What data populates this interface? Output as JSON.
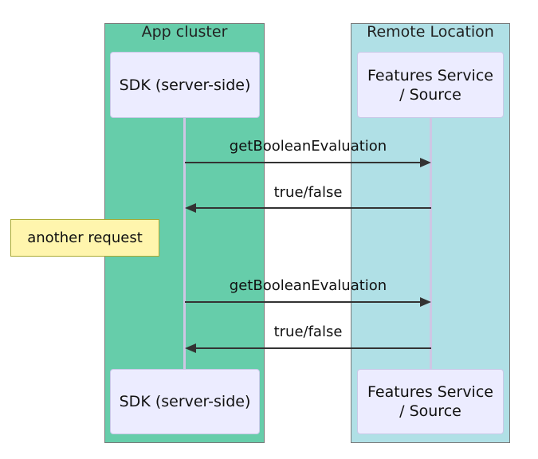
{
  "lanes": [
    {
      "title": "App cluster",
      "color": "#66CDAA"
    },
    {
      "title": "Remote Location",
      "color": "#B0E0E6"
    }
  ],
  "participants": {
    "sdk": {
      "label": "SDK (server-side)",
      "lines": [
        "SDK (server-side)"
      ]
    },
    "features": {
      "label": "Features Service / Source",
      "lines": [
        "Features Service",
        "/ Source"
      ]
    }
  },
  "messages": [
    {
      "label": "getBooleanEvaluation",
      "from": "SDK (server-side)",
      "to": "Features Service / Source",
      "direction": "right"
    },
    {
      "label": "true/false",
      "from": "Features Service / Source",
      "to": "SDK (server-side)",
      "direction": "left"
    },
    {
      "label": "getBooleanEvaluation",
      "from": "SDK (server-side)",
      "to": "Features Service / Source",
      "direction": "right"
    },
    {
      "label": "true/false",
      "from": "Features Service / Source",
      "to": "SDK (server-side)",
      "direction": "left"
    }
  ],
  "note": {
    "text": "another request",
    "position": "left-of-sdk"
  },
  "colors": {
    "app_cluster_bg": "#66CDAA",
    "remote_location_bg": "#B0E0E6",
    "lane_border": "#7A7A7A",
    "participant_fill": "#ECECFF",
    "participant_border": "#C9C9E8",
    "lifeline": "#CFC6E4",
    "arrow": "#333333",
    "note_fill": "#FFF5AD",
    "note_border": "#AAAA33",
    "text": "#111111"
  }
}
